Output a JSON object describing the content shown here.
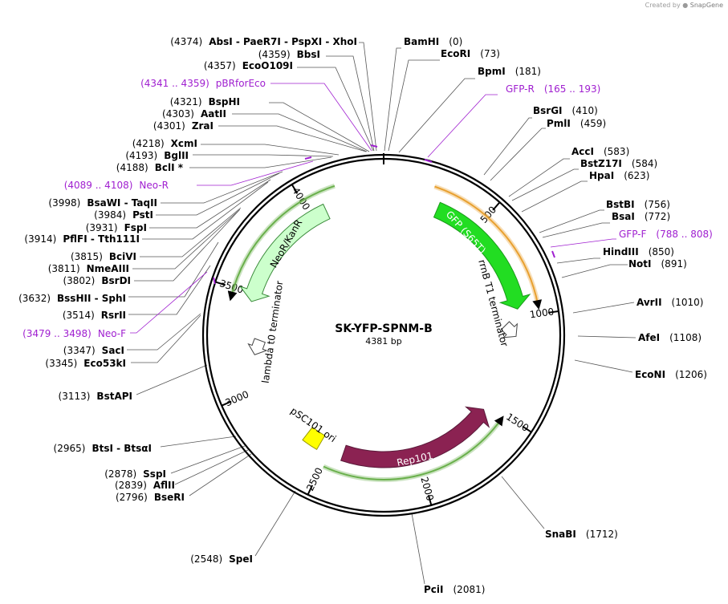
{
  "credit": {
    "prefix": "Created by",
    "brand": "SnapGene"
  },
  "plasmid": {
    "name": "SK-YFP-SPNM-B",
    "length_label": "4381 bp",
    "length": 4381
  },
  "ticks": [
    {
      "bp": 500,
      "label": "500"
    },
    {
      "bp": 1000,
      "label": "1000"
    },
    {
      "bp": 1500,
      "label": "1500"
    },
    {
      "bp": 2000,
      "label": "2000"
    },
    {
      "bp": 2500,
      "label": "2500"
    },
    {
      "bp": 3000,
      "label": "3000"
    },
    {
      "bp": 3500,
      "label": "3500"
    },
    {
      "bp": 4000,
      "label": "4000"
    }
  ],
  "features": [
    {
      "name": "GFP (S65T)",
      "color": "#22dd22",
      "label_color": "#ffffff"
    },
    {
      "name": "NeoR/KanR",
      "color": "#ccffcc",
      "label_color": "#000000"
    },
    {
      "name": "Rep101",
      "color": "#8b2252",
      "label_color": "#ffffff"
    },
    {
      "name": "pSC101 ori",
      "color": "#ffff00",
      "label_color": "#000000"
    },
    {
      "name": "rrnB T1 terminator",
      "color": "#ffffff",
      "label_color": "#000000"
    },
    {
      "name": "lambda t0 terminator",
      "color": "#ffffff",
      "label_color": "#000000"
    }
  ],
  "right_labels": [
    {
      "name": "BamHI",
      "pos": "(0)"
    },
    {
      "name": "EcoRI",
      "pos": "(73)"
    },
    {
      "name": "BpmI",
      "pos": "(181)"
    },
    {
      "name": "GFP-R",
      "pos": "(165 .. 193)",
      "primer": true
    },
    {
      "name": "BsrGI",
      "pos": "(410)"
    },
    {
      "name": "PmlI",
      "pos": "(459)"
    },
    {
      "name": "AccI",
      "pos": "(583)"
    },
    {
      "name": "BstZ17I",
      "pos": "(584)"
    },
    {
      "name": "HpaI",
      "pos": "(623)"
    },
    {
      "name": "BstBI",
      "pos": "(756)"
    },
    {
      "name": "BsaI",
      "pos": "(772)"
    },
    {
      "name": "GFP-F",
      "pos": "(788 .. 808)",
      "primer": true
    },
    {
      "name": "HindIII",
      "pos": "(850)"
    },
    {
      "name": "NotI",
      "pos": "(891)"
    },
    {
      "name": "AvrII",
      "pos": "(1010)"
    },
    {
      "name": "AfeI",
      "pos": "(1108)"
    },
    {
      "name": "EcoNI",
      "pos": "(1206)"
    },
    {
      "name": "SnaBI",
      "pos": "(1712)"
    },
    {
      "name": "PciI",
      "pos": "(2081)"
    }
  ],
  "left_labels": [
    {
      "name": "AbsI - PaeR7I - PspXI - XhoI",
      "pos": "(4374)"
    },
    {
      "name": "BbsI",
      "pos": "(4359)"
    },
    {
      "name": "EcoO109I",
      "pos": "(4357)"
    },
    {
      "name": "pBRforEco",
      "pos": "(4341 .. 4359)",
      "primer": true
    },
    {
      "name": "BspHI",
      "pos": "(4321)"
    },
    {
      "name": "AatII",
      "pos": "(4303)"
    },
    {
      "name": "ZraI",
      "pos": "(4301)"
    },
    {
      "name": "XcmI",
      "pos": "(4218)"
    },
    {
      "name": "BglII",
      "pos": "(4193)"
    },
    {
      "name": "BclI *",
      "pos": "(4188)"
    },
    {
      "name": "Neo-R",
      "pos": "(4089 .. 4108)",
      "primer": true
    },
    {
      "name": "BsaWI - TaqII",
      "pos": "(3998)"
    },
    {
      "name": "PstI",
      "pos": "(3984)"
    },
    {
      "name": "FspI",
      "pos": "(3931)"
    },
    {
      "name": "PflFI - Tth111I",
      "pos": "(3914)"
    },
    {
      "name": "BciVI",
      "pos": "(3815)"
    },
    {
      "name": "NmeAIII",
      "pos": "(3811)"
    },
    {
      "name": "BsrDI",
      "pos": "(3802)"
    },
    {
      "name": "BssHII - SphI",
      "pos": "(3632)"
    },
    {
      "name": "RsrII",
      "pos": "(3514)"
    },
    {
      "name": "Neo-F",
      "pos": "(3479 .. 3498)",
      "primer": true
    },
    {
      "name": "SacI",
      "pos": "(3347)"
    },
    {
      "name": "Eco53kI",
      "pos": "(3345)"
    },
    {
      "name": "BstAPI",
      "pos": "(3113)"
    },
    {
      "name": "BtsI - BtsαI",
      "pos": "(2965)"
    },
    {
      "name": "SspI",
      "pos": "(2878)"
    },
    {
      "name": "AflII",
      "pos": "(2839)"
    },
    {
      "name": "BseRI",
      "pos": "(2796)"
    },
    {
      "name": "SpeI",
      "pos": "(2548)"
    }
  ]
}
